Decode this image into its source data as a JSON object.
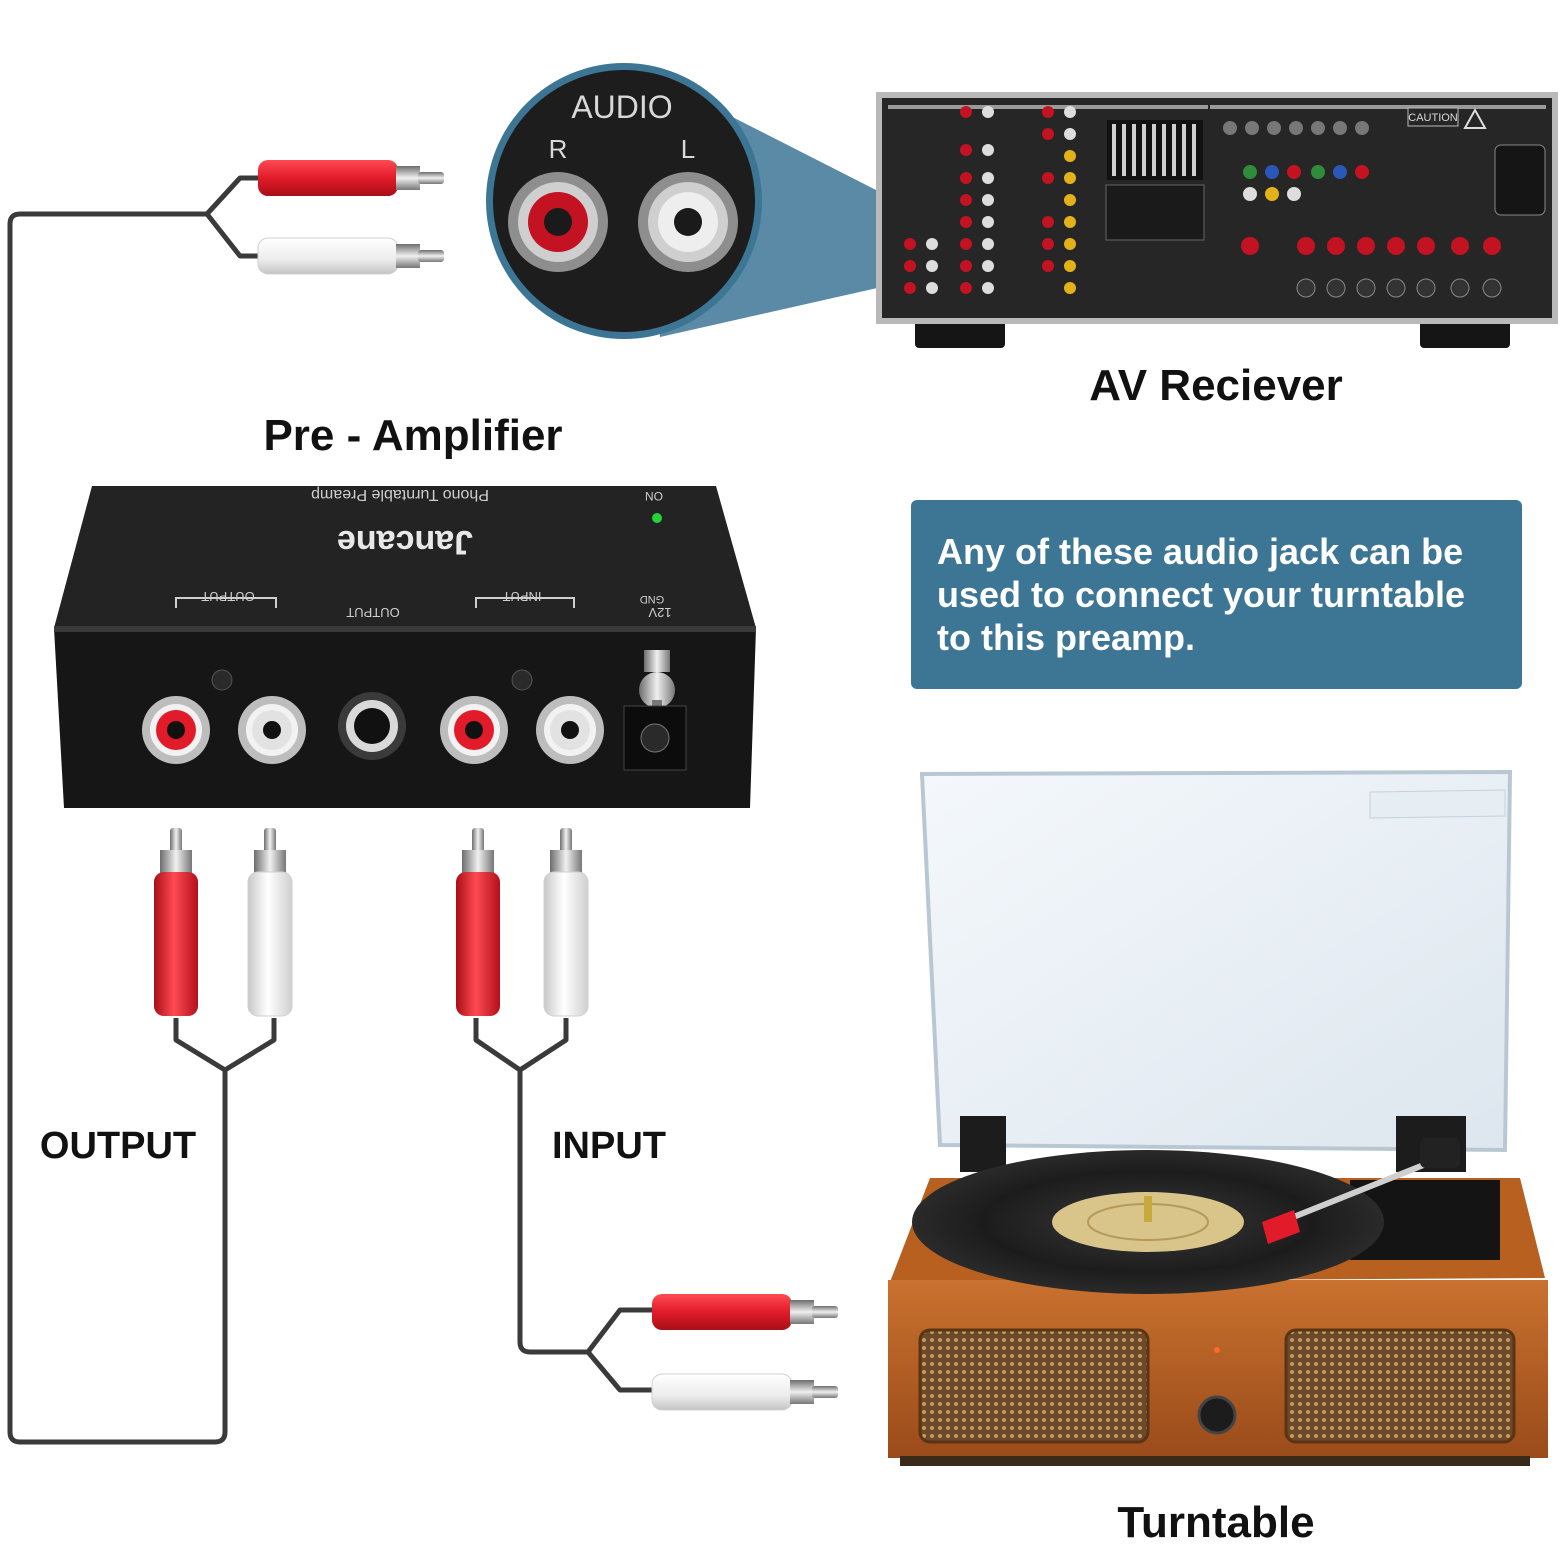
{
  "labels": {
    "pre_amplifier": "Pre - Amplifier",
    "av_receiver": "AV Reciever",
    "turntable": "Turntable",
    "output": "OUTPUT",
    "input": "INPUT"
  },
  "callout": {
    "text": "Any of these audio jack can be used to connect your turntable to this preamp."
  },
  "zoom_inset": {
    "title": "AUDIO",
    "right": "R",
    "left": "L"
  },
  "preamp": {
    "brand": "Jancane",
    "model_text": "Phono Turntable Preamp",
    "power_label": "ON",
    "output_group": "OUTPUT",
    "input_group": "INPUT",
    "mono_output": "OUTPUT",
    "dc_label": "12V",
    "gnd_label": "GND"
  },
  "receiver": {
    "caution": "CAUTION"
  },
  "colors": {
    "plug_red": "#e21b2a",
    "plug_white": "#f2f2f2",
    "callout_bg": "#3d7695",
    "wire": "#3a3a3a",
    "wood": "#b65f24"
  }
}
